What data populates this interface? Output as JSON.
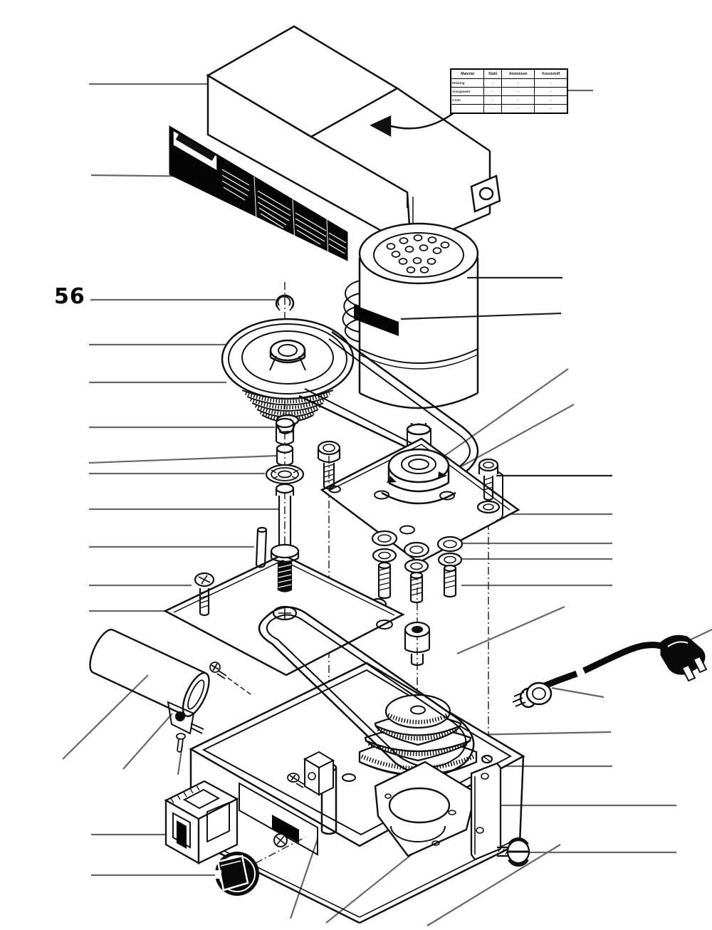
{
  "figure": {
    "part_number_label": "56"
  },
  "spec_table": {
    "headers": [
      "Material",
      "Stahl",
      "Aluminium",
      "Kunststoff"
    ],
    "rows": [
      {
        "label": "Heizung",
        "values": [
          "–",
          "–",
          "–"
        ]
      },
      {
        "label": "Anzugswert",
        "values": [
          "–",
          "–",
          "–"
        ]
      },
      {
        "label": "2 mm",
        "values": [
          "–",
          "–",
          "–"
        ]
      },
      {
        "label": "",
        "values": [
          "–",
          "–",
          "–"
        ]
      }
    ]
  },
  "colors": {
    "background": "#ffffff",
    "line": "#111111",
    "leader": "#666666",
    "label_background": "#050505",
    "label_text": "#ffffff"
  }
}
